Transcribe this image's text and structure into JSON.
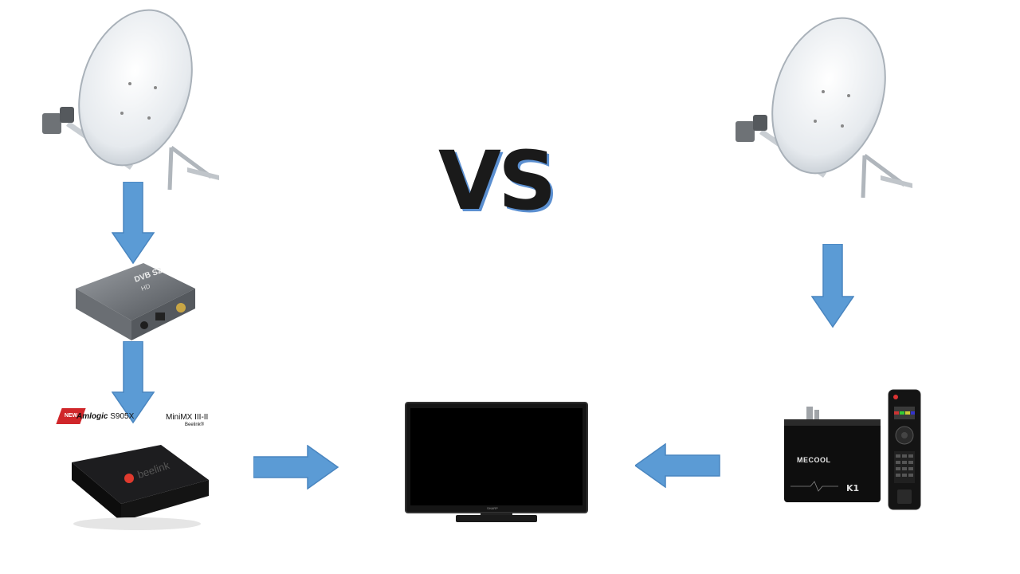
{
  "title": "VS",
  "colors": {
    "arrow": "#5b9bd5",
    "arrow_stroke": "#4a86c0",
    "vs_text": "#1a1a1a",
    "vs_shadow": "#5b8fd0"
  },
  "left_chain": {
    "dish": "satellite-dish-icon",
    "receiver_badge": "DVB S2",
    "receiver_sub": "HD",
    "tvbox_brand": {
      "new_tag": "NEW",
      "chip_brand": "Amlogic",
      "chip_model": "S905X",
      "product": "MiniMX III-II",
      "maker": "Beelink®",
      "box_logo": "beelink"
    }
  },
  "right_chain": {
    "dish": "satellite-dish-icon",
    "box_logo": "MECOOL",
    "box_model": "K1"
  },
  "tv": {
    "brand": "SHARP"
  }
}
